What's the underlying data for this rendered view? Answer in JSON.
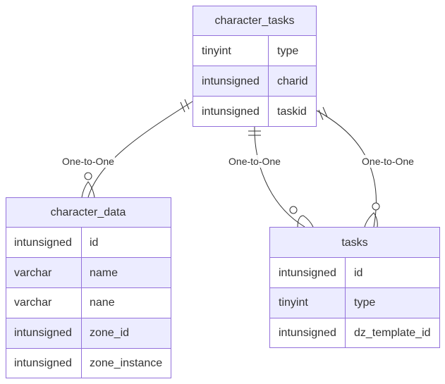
{
  "diagram": {
    "entities": {
      "character_tasks": {
        "name": "character_tasks",
        "attributes": [
          {
            "type": "tinyint",
            "name": "type"
          },
          {
            "type": "intunsigned",
            "name": "charid"
          },
          {
            "type": "intunsigned",
            "name": "taskid"
          }
        ]
      },
      "character_data": {
        "name": "character_data",
        "attributes": [
          {
            "type": "intunsigned",
            "name": "id"
          },
          {
            "type": "varchar",
            "name": "name"
          },
          {
            "type": "varchar",
            "name": "nane"
          },
          {
            "type": "intunsigned",
            "name": "zone_id"
          },
          {
            "type": "intunsigned",
            "name": "zone_instance"
          }
        ]
      },
      "tasks": {
        "name": "tasks",
        "attributes": [
          {
            "type": "intunsigned",
            "name": "id"
          },
          {
            "type": "tinyint",
            "name": "type"
          },
          {
            "type": "intunsigned",
            "name": "dz_template_id"
          }
        ]
      }
    },
    "relationships": [
      {
        "label": "One-to-One"
      },
      {
        "label": "One-to-One"
      },
      {
        "label": "One-to-One"
      }
    ],
    "colors": {
      "header_fill": "#ECECFF",
      "border": "#9370DB",
      "row_odd": "#FFFFFF",
      "row_even": "#ECECFF",
      "line": "#333333"
    }
  }
}
